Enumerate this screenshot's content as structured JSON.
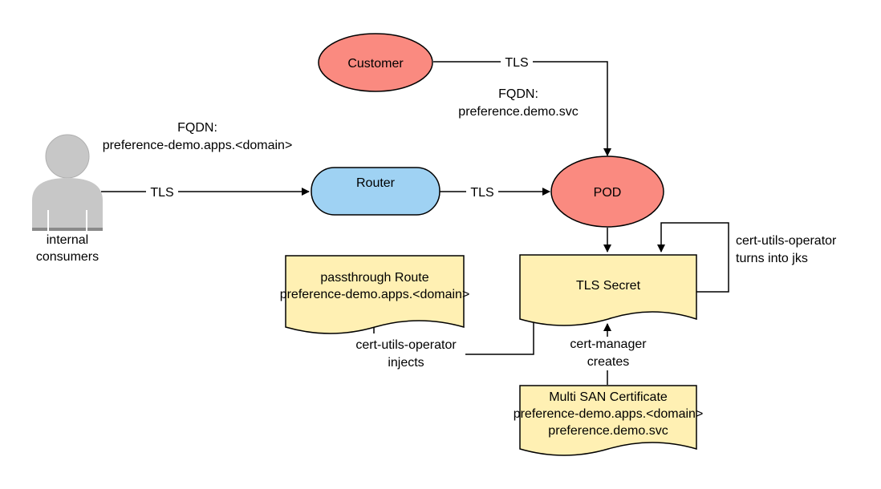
{
  "colors": {
    "ellipse_red": "#fa8a80",
    "router_blue": "#9fd2f3",
    "doc_yellow": "#fff0b3",
    "person_gray": "#c7c7c7",
    "stroke": "#000000"
  },
  "nodes": {
    "customer": "Customer",
    "router": "Router",
    "pod": "POD",
    "tls_secret": "TLS Secret",
    "route_doc": {
      "line1": "passthrough Route",
      "line2": "preference-demo.apps.<domain>"
    },
    "cert_doc": {
      "line1": "Multi SAN Certificate",
      "line2": "preference-demo.apps.<domain>",
      "line3": "preference.demo.svc"
    },
    "internal_consumers": {
      "line1": "internal",
      "line2": "consumers"
    },
    "person_icon": "user-icon"
  },
  "labels": {
    "tls_customer": "TLS",
    "tls_internal": "TLS",
    "tls_router_pod": "TLS",
    "fqdn_svc": {
      "line1": "FQDN:",
      "line2": "preference.demo.svc"
    },
    "fqdn_apps": {
      "line1": "FQDN:",
      "line2": "preference-demo.apps.<domain>"
    },
    "jks": {
      "line1": "cert-utils-operator",
      "line2": "turns into jks"
    },
    "injects": {
      "line1": "cert-utils-operator",
      "line2": "injects"
    },
    "creates": {
      "line1": "cert-manager",
      "line2": "creates"
    }
  }
}
